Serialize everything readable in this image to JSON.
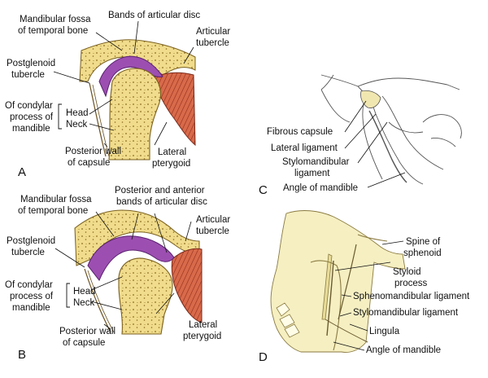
{
  "panels": {
    "A": {
      "letter": "A",
      "labels": {
        "mandibular_fossa": [
          "Mandibular fossa",
          "of temporal bone"
        ],
        "bands": [
          "Bands of articular disc"
        ],
        "articular_tubercle": [
          "Articular",
          "tubercle"
        ],
        "postglenoid": [
          "Postglenoid",
          "tubercle"
        ],
        "condylar": [
          "Of condylar",
          "process of",
          "mandible"
        ],
        "head": "Head",
        "neck": "Neck",
        "posterior_wall": [
          "Posterior wall",
          "of capsule"
        ],
        "lateral_pterygoid": [
          "Lateral",
          "pterygoid"
        ]
      }
    },
    "B": {
      "letter": "B",
      "labels": {
        "mandibular_fossa": [
          "Mandibular fossa",
          "of temporal bone"
        ],
        "bands": [
          "Posterior and anterior",
          "bands of articular disc"
        ],
        "articular_tubercle": [
          "Articular",
          "tubercle"
        ],
        "postglenoid": [
          "Postglenoid",
          "tubercle"
        ],
        "condylar": [
          "Of condylar",
          "process of",
          "mandible"
        ],
        "head": "Head",
        "neck": "Neck",
        "posterior_wall": [
          "Posterior wall",
          "of capsule"
        ],
        "lateral_pterygoid": [
          "Lateral",
          "pterygoid"
        ]
      }
    },
    "C": {
      "letter": "C",
      "labels": {
        "fibrous_capsule": "Fibrous capsule",
        "lateral_ligament": "Lateral ligament",
        "stylomandibular": [
          "Stylomandibular",
          "ligament"
        ],
        "angle": "Angle of mandible"
      }
    },
    "D": {
      "letter": "D",
      "labels": {
        "spine": [
          "Spine of",
          "sphenoid"
        ],
        "styloid": [
          "Styloid",
          "process"
        ],
        "sphenomandibular": "Sphenomandibular ligament",
        "stylomandibular": "Stylomandibular ligament",
        "lingula": "Lingula",
        "angle": "Angle of mandible"
      }
    }
  },
  "colors": {
    "bone": "#f0dc8c",
    "bone_dots": "#8a6a1e",
    "disc": "#9c4fb0",
    "muscle": "#c9563c",
    "line_art": "#555555",
    "skull_fill": "#f5efc2"
  }
}
